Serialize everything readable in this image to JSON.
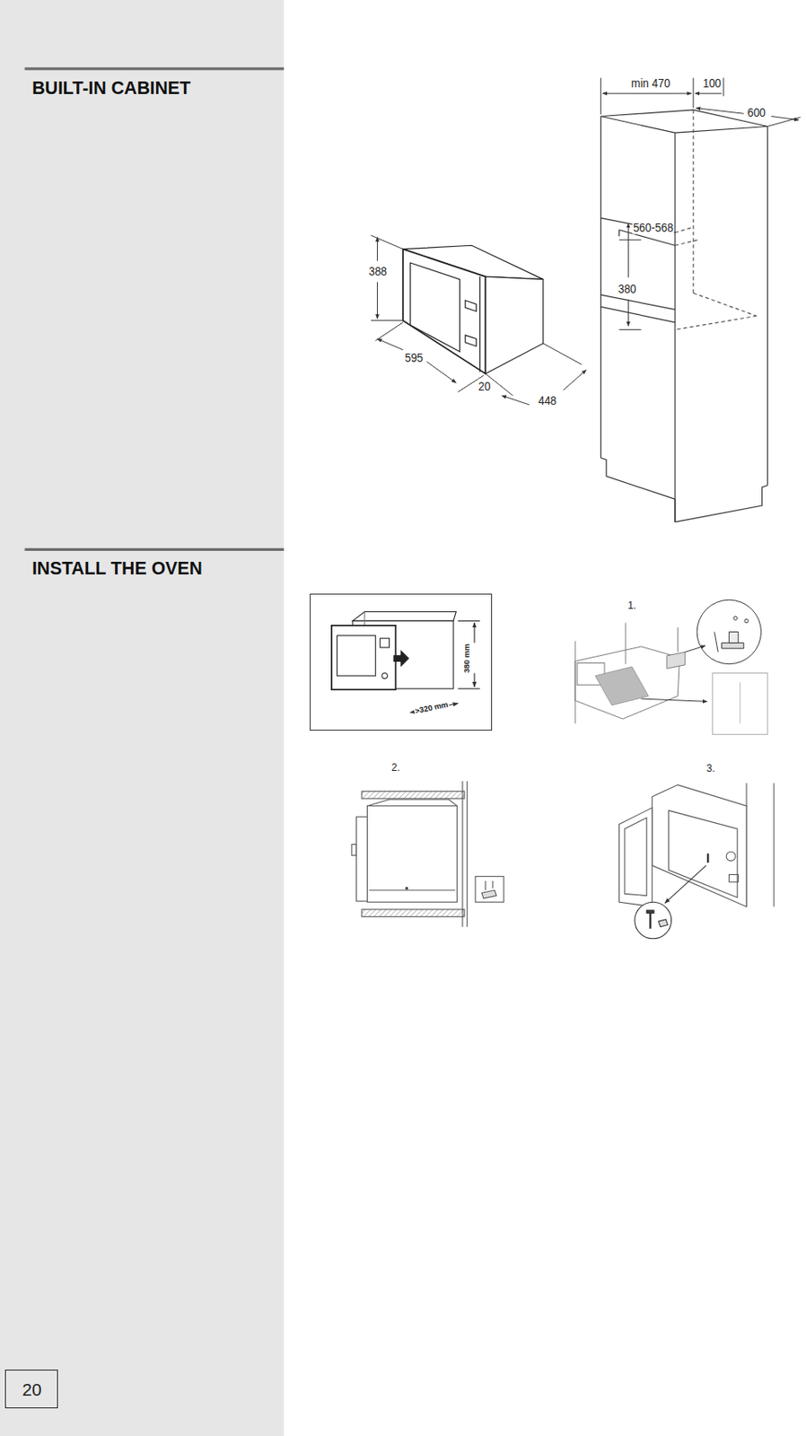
{
  "diagram": {
    "title": "BUILT-IN CABINET",
    "nodes": [
      {
        "text": [
          "380 mm",
          ">320 mm"
        ]
      },
      {
        "text": [
          "20"
        ]
      }
    ],
    "labels": [
      "INSTALL THE OVEN",
      "min 470",
      "100",
      "600",
      "560-568",
      "380",
      "388",
      "595",
      "20",
      "448",
      "1.",
      "2.",
      "3."
    ]
  }
}
